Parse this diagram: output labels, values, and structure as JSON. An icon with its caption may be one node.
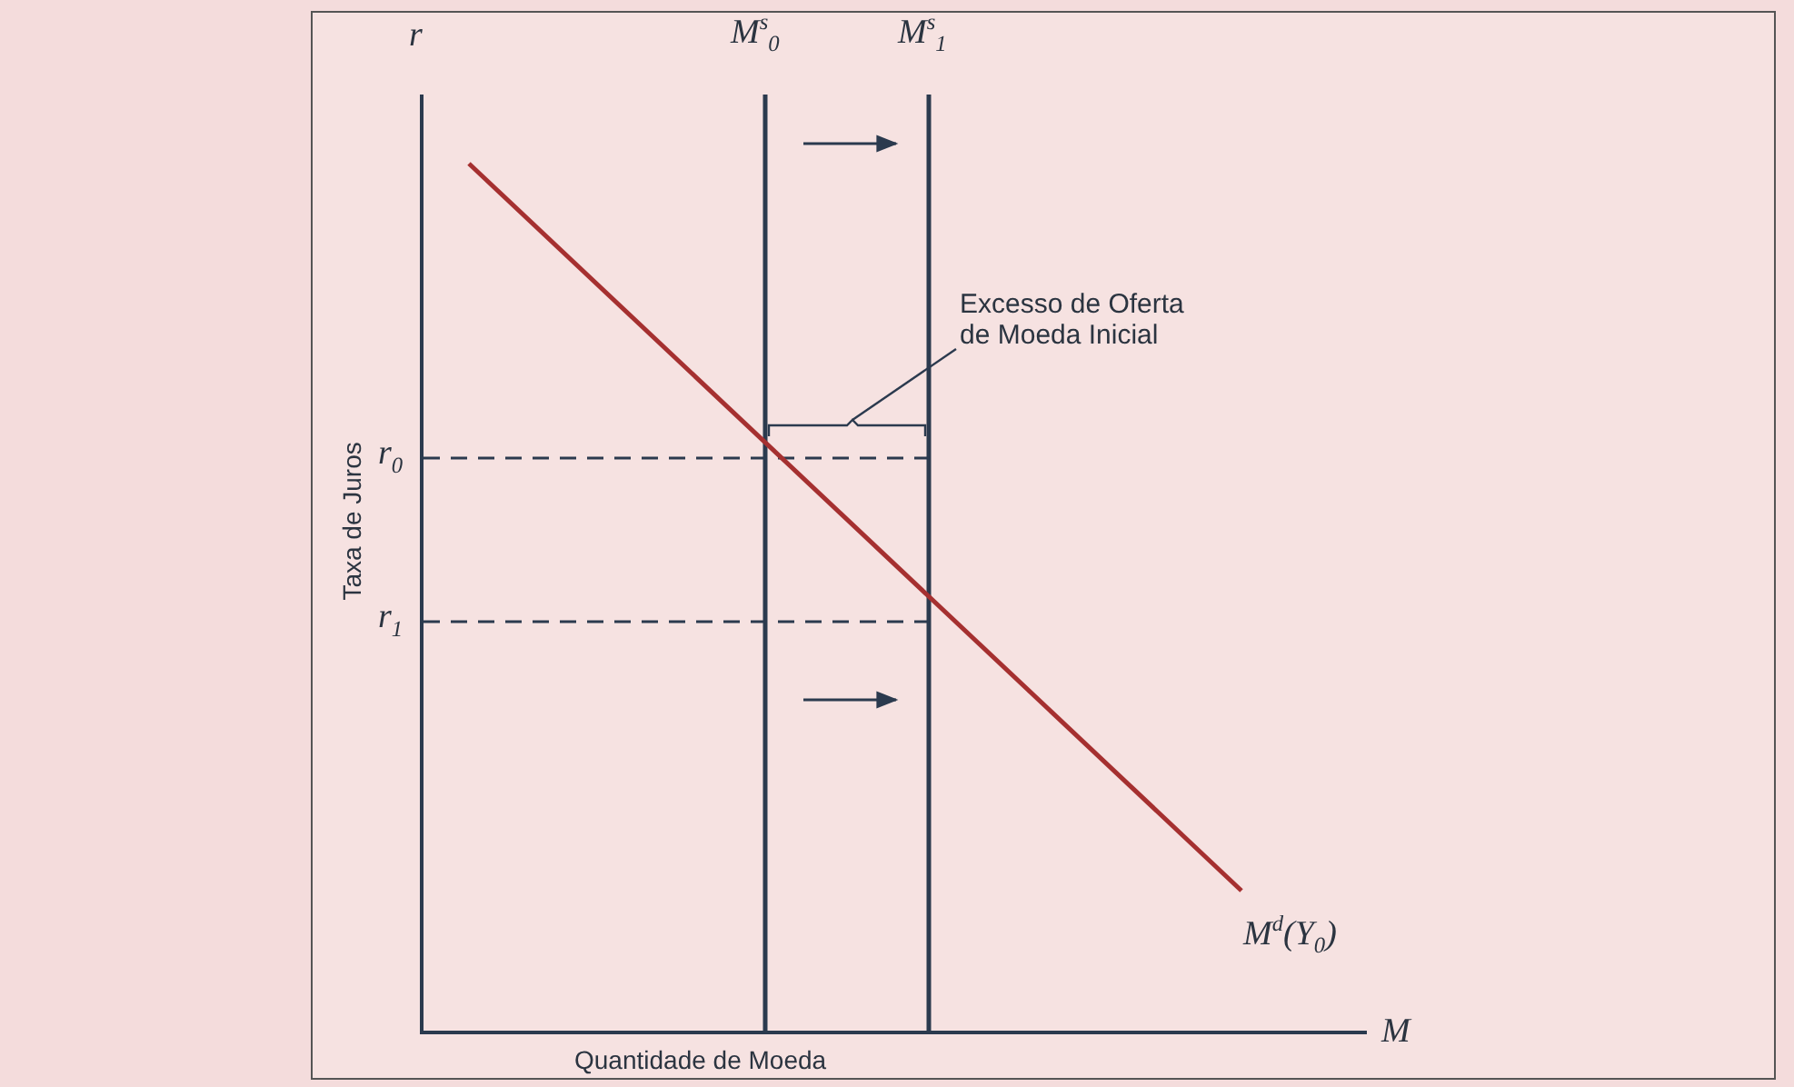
{
  "diagram": {
    "nodes": [
      {
        "text": [
          "Excesso de Oferta de Moeda Inicial"
        ]
      },
      {
        "text": [],
        "shape": "bracket"
      }
    ],
    "edges": [
      {
        "from": 0,
        "to": 1,
        "arrow": "none"
      }
    ],
    "labels": [
      "r",
      "M$^{s}$$_{0}$",
      "M$^{s}$$_{1}$",
      "Taxa de Juros",
      "r$_{0}$",
      "r$_{1}$",
      "M$^{d}$(Y$_{0}$)",
      "M",
      "Quantidade de Moeda"
    ]
  }
}
